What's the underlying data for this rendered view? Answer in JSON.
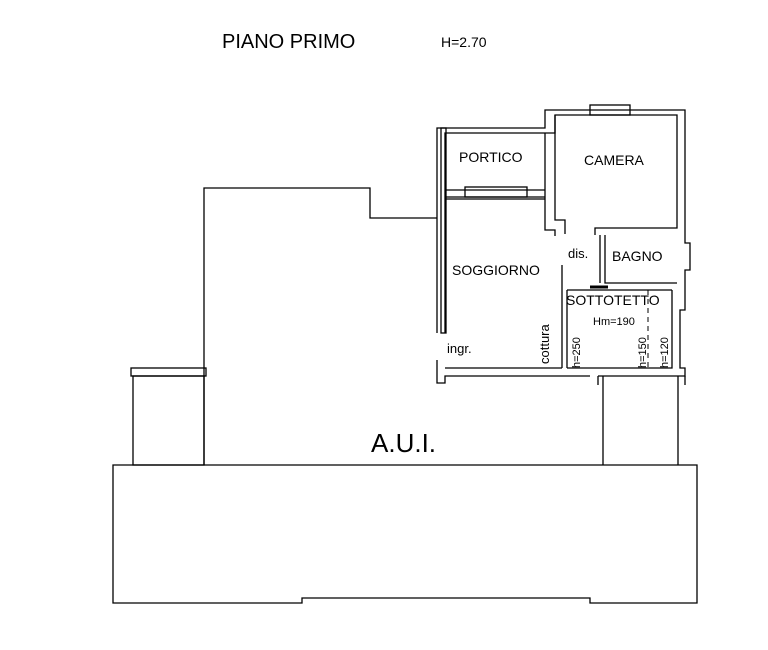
{
  "title": "PIANO PRIMO",
  "height_note": "H=2.70",
  "rooms": {
    "portico": "PORTICO",
    "camera": "CAMERA",
    "dis": "dis.",
    "bagno": "BAGNO",
    "soggiorno": "SOGGIORNO",
    "sottotetto": "SOTTOTETTO",
    "hm": "Hm=190",
    "cottura": "cottura",
    "ingr": "ingr.",
    "h250": "h=250",
    "h150": "h=150",
    "h120": "h=120",
    "aui": "A.U.I."
  }
}
